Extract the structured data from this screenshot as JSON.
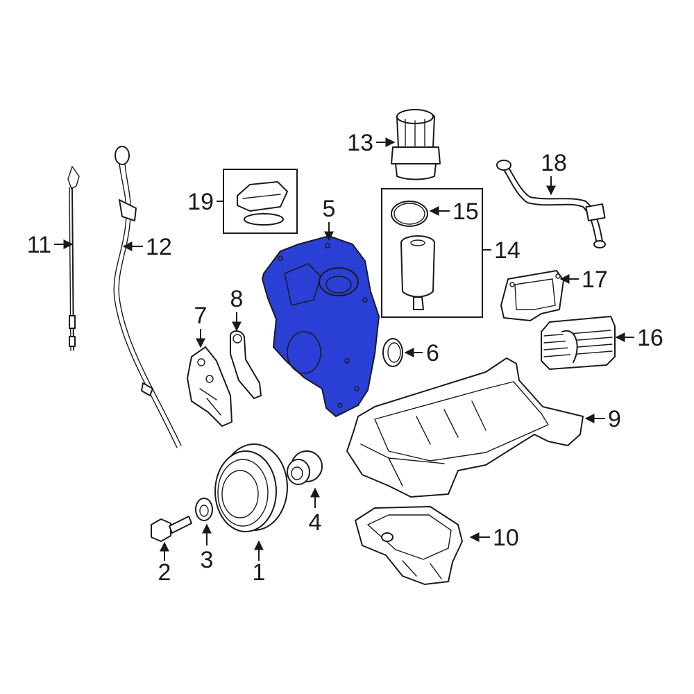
{
  "colors": {
    "highlight": "#2a3fd6",
    "line": "#1a1a1a",
    "background": "#ffffff"
  },
  "callouts": {
    "c1": "1",
    "c2": "2",
    "c3": "3",
    "c4": "4",
    "c5": "5",
    "c6": "6",
    "c7": "7",
    "c8": "8",
    "c9": "9",
    "c10": "10",
    "c11": "11",
    "c12": "12",
    "c13": "13",
    "c14": "14",
    "c15": "15",
    "c16": "16",
    "c17": "17",
    "c18": "18",
    "c19": "19"
  },
  "highlighted_part": "5"
}
